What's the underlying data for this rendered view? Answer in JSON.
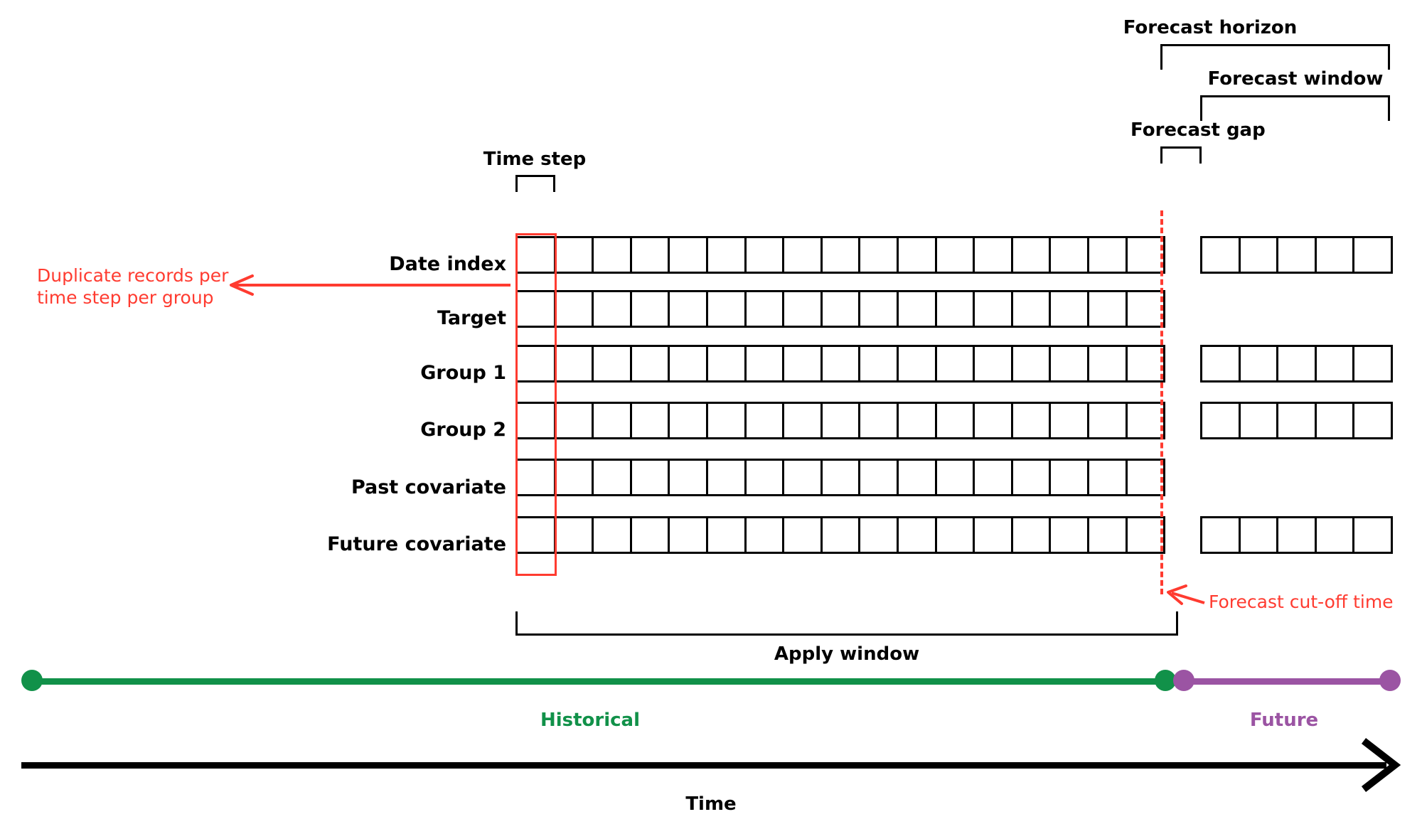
{
  "diagram": {
    "title_hidden": "",
    "colors": {
      "black": "#000000",
      "red": "#FF3B30",
      "green": "#119149",
      "purple": "#9B54A3"
    },
    "brackets": {
      "time_step": "Time step",
      "forecast_horizon": "Forecast horizon",
      "forecast_window": "Forecast window",
      "forecast_gap": "Forecast gap",
      "apply_window": "Apply window"
    },
    "annotations": {
      "duplicate_records_line1": "Duplicate records per",
      "duplicate_records_line2": "time step per group",
      "forecast_cutoff": "Forecast cut-off time"
    },
    "rows": [
      {
        "label": "Date index",
        "historical_cells": 17,
        "future_cells": 5
      },
      {
        "label": "Target",
        "historical_cells": 17,
        "future_cells": 0
      },
      {
        "label": "Group 1",
        "historical_cells": 17,
        "future_cells": 5
      },
      {
        "label": "Group 2",
        "historical_cells": 17,
        "future_cells": 5
      },
      {
        "label": "Past covariate",
        "historical_cells": 17,
        "future_cells": 0
      },
      {
        "label": "Future covariate",
        "historical_cells": 17,
        "future_cells": 5
      }
    ],
    "timeline": {
      "historical_label": "Historical",
      "future_label": "Future",
      "axis_label": "Time"
    }
  }
}
